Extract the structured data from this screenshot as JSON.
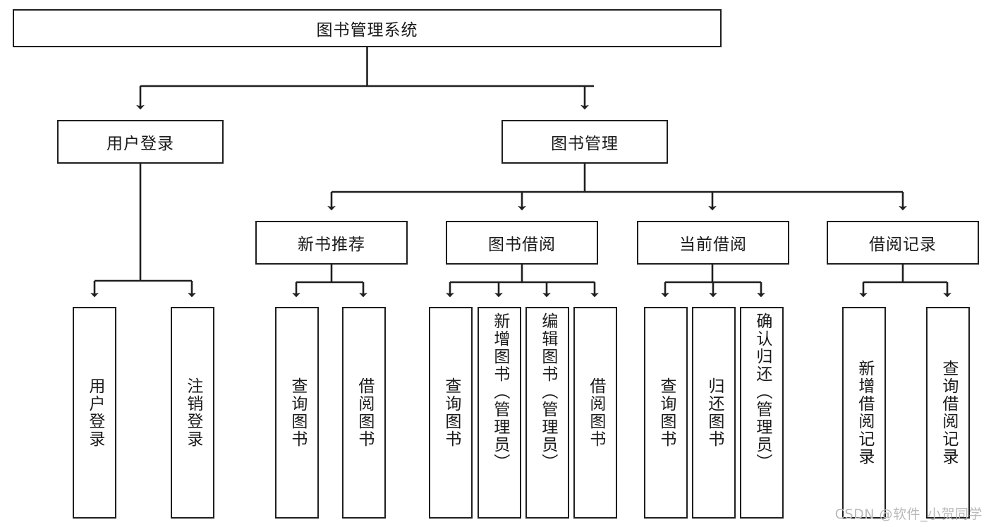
{
  "diagram": {
    "title": "图书管理系统",
    "type": "hierarchy-tree",
    "levels": 4,
    "root": {
      "label": "图书管理系统"
    },
    "level2": [
      {
        "label": "用户登录"
      },
      {
        "label": "图书管理"
      }
    ],
    "level3": [
      {
        "label": "新书推荐",
        "parent": "图书管理"
      },
      {
        "label": "图书借阅",
        "parent": "图书管理"
      },
      {
        "label": "当前借阅",
        "parent": "图书管理"
      },
      {
        "label": "借阅记录",
        "parent": "图书管理"
      }
    ],
    "leaves": [
      {
        "label": "用户登录",
        "parent": "用户登录"
      },
      {
        "label": "注销登录",
        "parent": "用户登录"
      },
      {
        "label": "查询图书",
        "parent": "新书推荐"
      },
      {
        "label": "借阅图书",
        "parent": "新书推荐"
      },
      {
        "label": "查询图书",
        "parent": "图书借阅"
      },
      {
        "label": "新增图书（管理员）",
        "parent": "图书借阅"
      },
      {
        "label": "编辑图书（管理员）",
        "parent": "图书借阅"
      },
      {
        "label": "借阅图书",
        "parent": "图书借阅"
      },
      {
        "label": "查询图书",
        "parent": "当前借阅"
      },
      {
        "label": "归还图书",
        "parent": "当前借阅"
      },
      {
        "label": "确认归还（管理员）",
        "parent": "当前借阅"
      },
      {
        "label": "新增借阅记录",
        "parent": "借阅记录"
      },
      {
        "label": "查询借阅记录",
        "parent": "借阅记录"
      }
    ]
  },
  "watermark": {
    "text": "CSDN @软件_小贺同学"
  },
  "colors": {
    "stroke": "#1f1f1f",
    "fill": "#ffffff",
    "text": "#1a1a1a",
    "watermark": "#b9b9b9"
  }
}
